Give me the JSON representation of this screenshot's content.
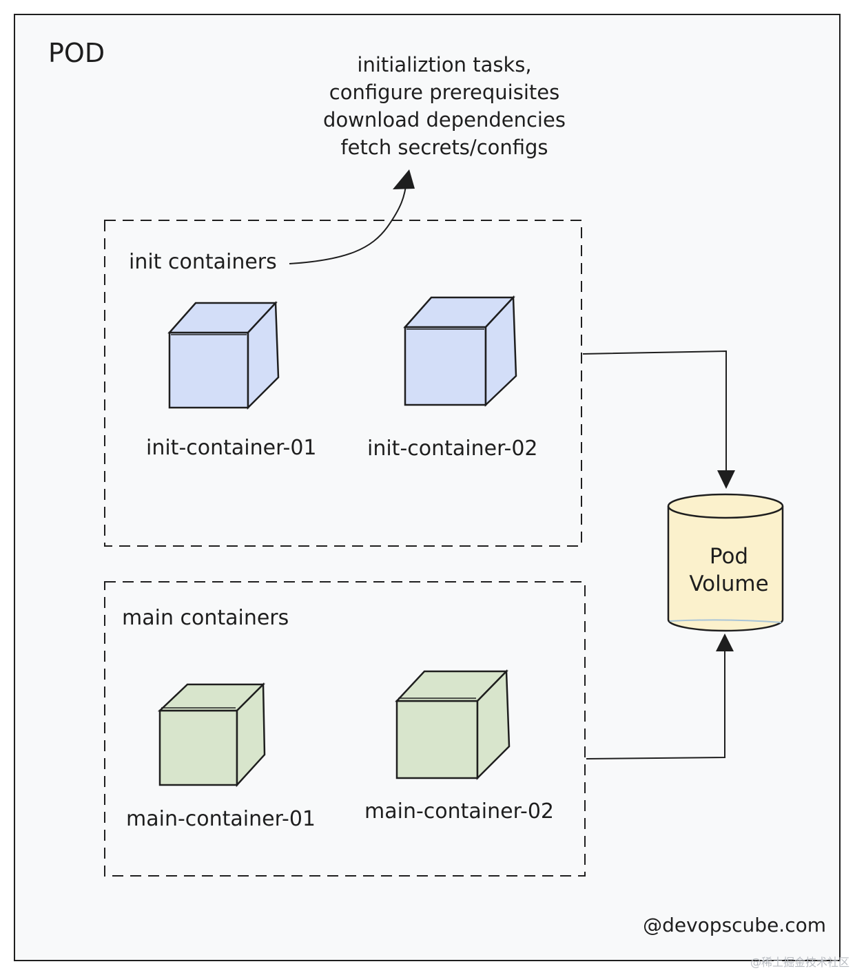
{
  "pod": {
    "title": "POD"
  },
  "note": {
    "lines": [
      "initializtion tasks,",
      "configure prerequisites",
      "download dependencies",
      "fetch secrets/configs"
    ]
  },
  "init_group": {
    "label": "init containers",
    "containers": [
      "init-container-01",
      "init-container-02"
    ],
    "color": "#d3def8"
  },
  "main_group": {
    "label": "main containers",
    "containers": [
      "main-container-01",
      "main-container-02"
    ],
    "color": "#d8e5cc"
  },
  "volume": {
    "lines": [
      "Pod",
      "Volume"
    ],
    "color": "#fbf1cc"
  },
  "credit": "@devopscube.com",
  "watermark": "@稀土掘金技术社区",
  "colors": {
    "stroke": "#1e1e1e",
    "background": "#f8f9fa"
  }
}
